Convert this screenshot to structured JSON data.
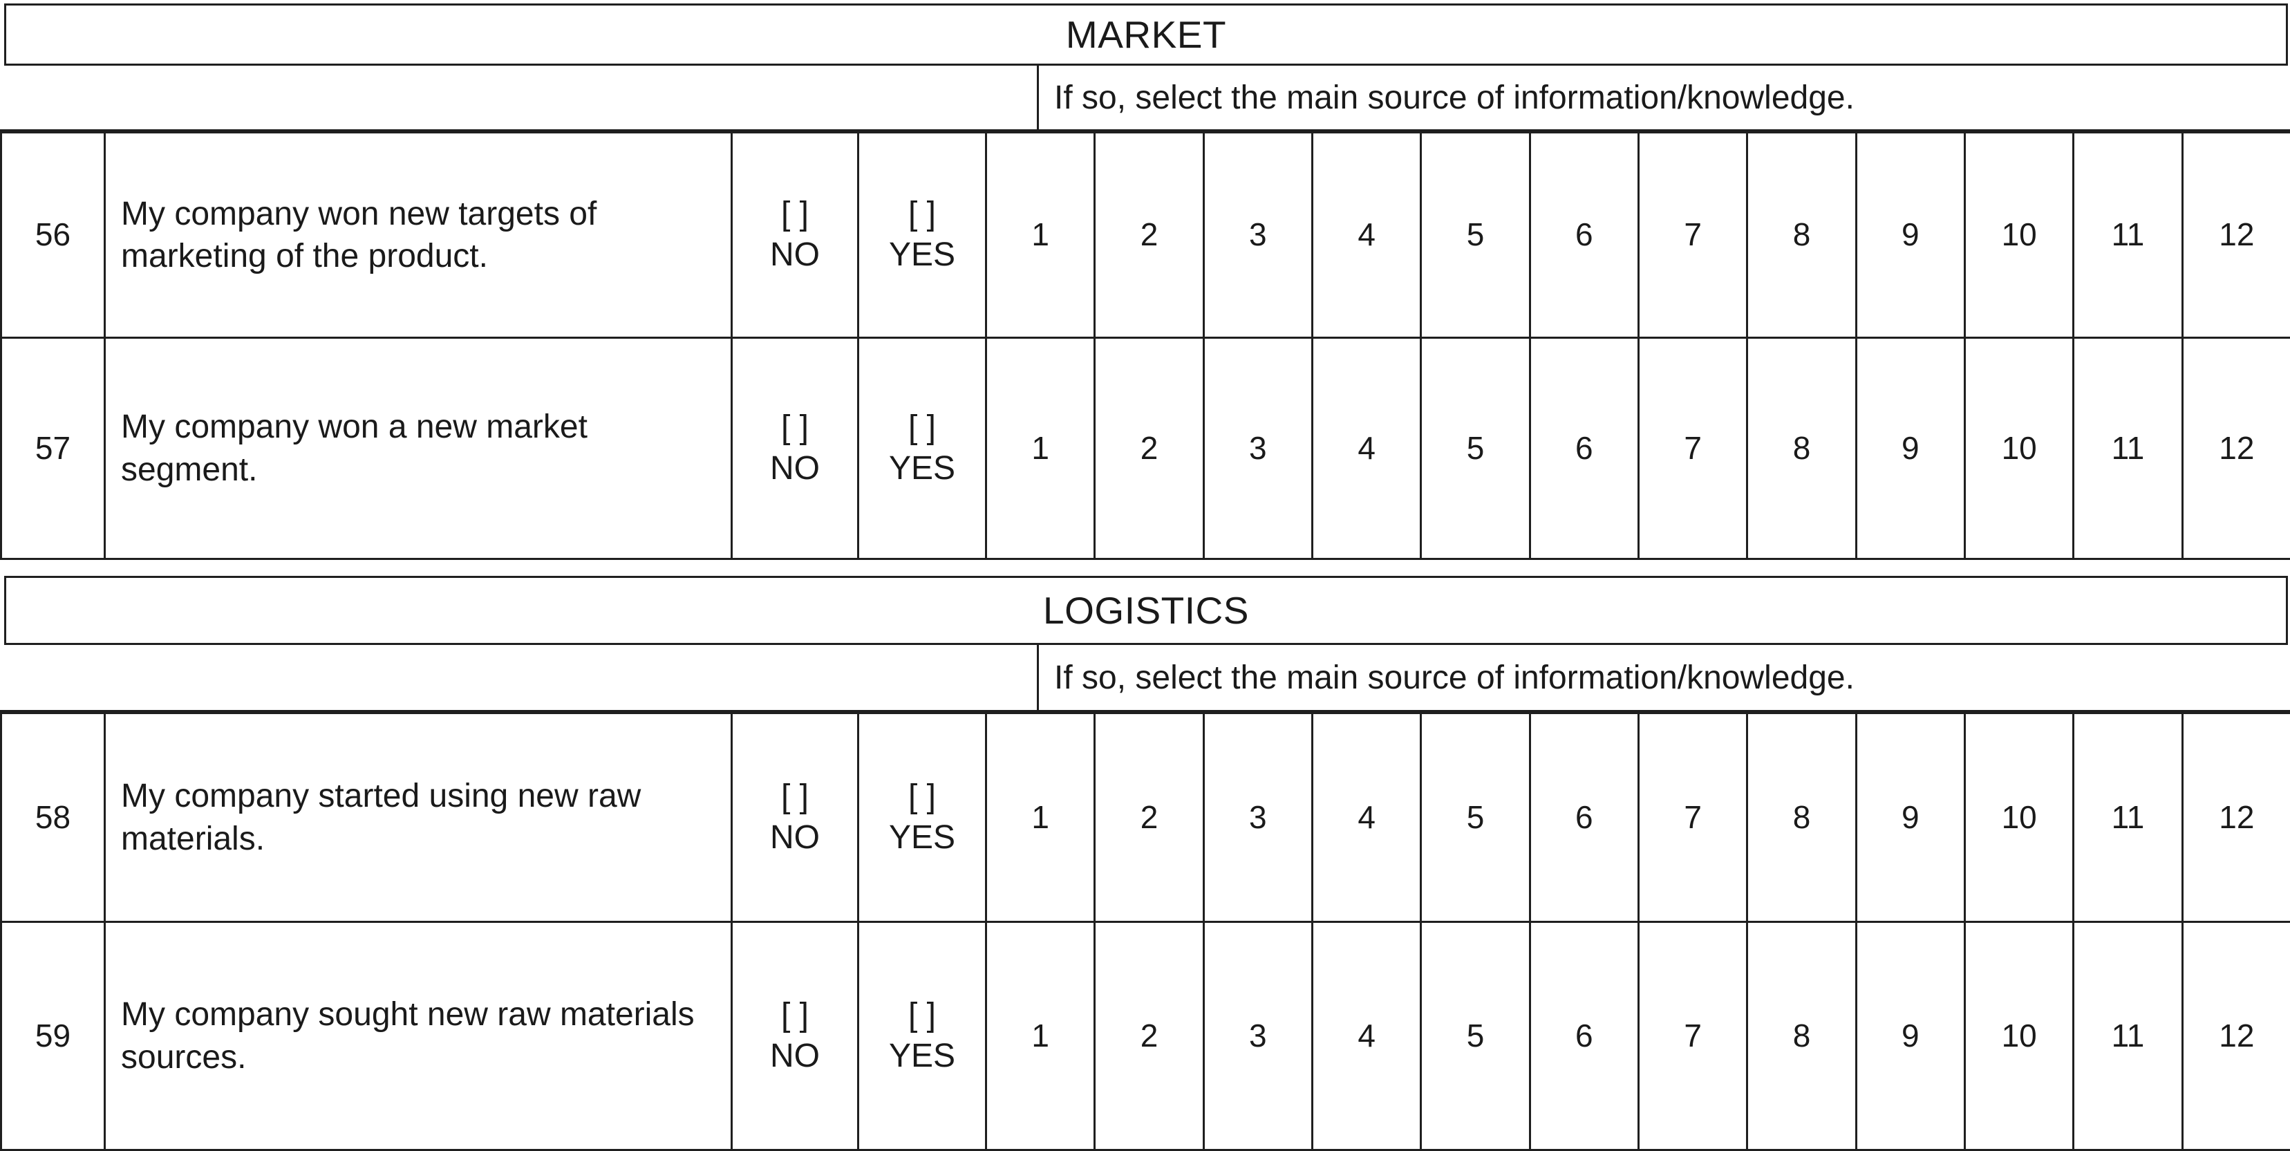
{
  "document": {
    "type": "survey-questionnaire-table",
    "option_numbers": [
      "1",
      "2",
      "3",
      "4",
      "5",
      "6",
      "7",
      "8",
      "9",
      "10",
      "11",
      "12"
    ],
    "choice_no": "[ ]\nNO",
    "choice_yes": "[ ]\nYES",
    "subheader_note": "If so, select the main source of information/knowledge.",
    "colors": {
      "rule": "#1f1f1f",
      "text": "#1a1a1a",
      "background": "#ffffff"
    }
  },
  "sections": [
    {
      "title": "MARKET",
      "note": "If so, select the main source of information/knowledge.",
      "rows": [
        {
          "number": "56",
          "statement": "My company won new targets of marketing of the product.",
          "no": "[ ]\nNO",
          "yes": "[ ]\nYES",
          "options": [
            "1",
            "2",
            "3",
            "4",
            "5",
            "6",
            "7",
            "8",
            "9",
            "10",
            "11",
            "12"
          ]
        },
        {
          "number": "57",
          "statement": "My company won a new market segment.",
          "no": "[ ]\nNO",
          "yes": "[ ]\nYES",
          "options": [
            "1",
            "2",
            "3",
            "4",
            "5",
            "6",
            "7",
            "8",
            "9",
            "10",
            "11",
            "12"
          ]
        }
      ]
    },
    {
      "title": "LOGISTICS",
      "note": "If so, select the main source of information/knowledge.",
      "rows": [
        {
          "number": "58",
          "statement": "My company started using new raw materials.",
          "no": "[ ]\nNO",
          "yes": "[ ]\nYES",
          "options": [
            "1",
            "2",
            "3",
            "4",
            "5",
            "6",
            "7",
            "8",
            "9",
            "10",
            "11",
            "12"
          ]
        },
        {
          "number": "59",
          "statement": "My company sought new raw materials sources.",
          "no": "[ ]\nNO",
          "yes": "[ ]\nYES",
          "options": [
            "1",
            "2",
            "3",
            "4",
            "5",
            "6",
            "7",
            "8",
            "9",
            "10",
            "11",
            "12"
          ]
        }
      ]
    }
  ]
}
